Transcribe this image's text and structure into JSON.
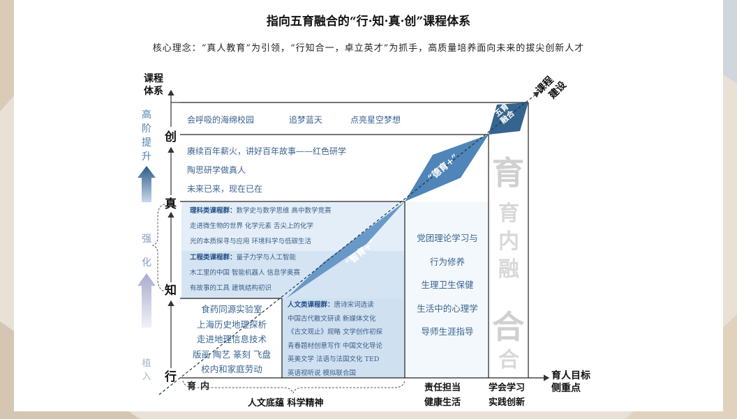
{
  "title": "指向五育融合的“行·知·真·创”课程体系",
  "subtitle": "核心理念：“真人教育”为引领，“行知合一，卓立英才”为抓手，高质量培养面向未来的拔尖创新人才",
  "axes": {
    "y_label": [
      "课程",
      "体系"
    ],
    "x_label": [
      "育人目标",
      "侧重点"
    ],
    "diagonal_label": [
      "课程",
      "建设"
    ]
  },
  "levels": [
    "行",
    "知",
    "真",
    "创"
  ],
  "left_progression": {
    "top": "高阶提升",
    "middle": "强化",
    "bottom": "植入"
  },
  "chuang_courses": [
    "会呼吸的海绵校园",
    "追梦蓝天",
    "点亮星空梦想"
  ],
  "zhen_courses": [
    "赓续百年薪火，讲好百年故事——红色研学",
    "陶思研学做真人",
    "未来已来，现在已在"
  ],
  "science_group": {
    "label": "理科类课程群：",
    "lines": [
      "数学史与数学思维  高中数学竞赛",
      "走进微生物的世界  化学元素  舌尖上的化学",
      "光的本质探寻与应用  环境科学与低碳生活"
    ]
  },
  "engineering_group": {
    "label": "工程类课程群：",
    "lines": [
      "量子力学与人工智能",
      "木工里的中国  智能机器人  信息学奥赛",
      "有故事的工具  建筑结构初识"
    ]
  },
  "xing_courses": [
    "食药同源实验室",
    "上海历史地理探析",
    "走进地理信息技术",
    "版画 陶艺 篆刻 飞盘",
    "校内和家庭劳动"
  ],
  "humanities_group": {
    "label": "人文类课程群：",
    "lines": [
      "唐诗宋词选读",
      "中国古代散文研读  新媒体文化",
      "《古文观止》规略  文学创作初探",
      "青春题材创意写作  中国文化导论",
      "英美文学  法语与法国文化  TED",
      "英语视听说  模拟联合国"
    ]
  },
  "moral_courses": [
    "党团理论学习与",
    "行为修养",
    "生理卫生保健",
    "生活中的心理学",
    "导师生涯指导"
  ],
  "diamonds": {
    "inner": "育内",
    "intellect": "“智育+”",
    "moral": "“德育+”",
    "fusion": [
      "五育",
      "融合"
    ]
  },
  "watermarks": [
    "育",
    "合",
    "育",
    "内",
    "融",
    "合"
  ],
  "bottom_labels": {
    "culture": "人文底蕴  科学精神",
    "responsibility": [
      "责任担当",
      "健康生活"
    ],
    "learning": [
      "学会学习",
      "实践创新"
    ]
  },
  "colors": {
    "accent": "#2f5f93",
    "diamond": "#4f85b8",
    "diamond_dark": "#35658f",
    "shade": "#dce9f5"
  }
}
